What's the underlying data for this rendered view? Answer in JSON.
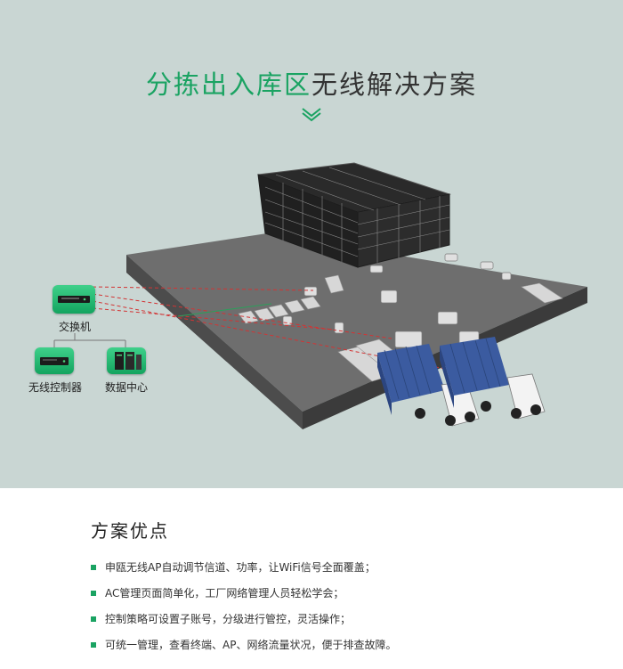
{
  "hero": {
    "title_highlight": "分拣出入库区",
    "title_rest": "无线解决方案",
    "accent_color": "#1aa362",
    "background_color": "#c9d6d3"
  },
  "network": {
    "switch_label": "交换机",
    "controller_label": "无线控制器",
    "datacenter_label": "数据中心",
    "switch_icon": "network-switch-icon",
    "controller_icon": "wireless-controller-icon",
    "datacenter_icon": "server-rack-icon"
  },
  "advantages": {
    "heading": "方案优点",
    "items": [
      "申瓯无线AP自动调节信道、功率，让WiFi信号全面覆盖；",
      "AC管理页面简单化，工厂网络管理人员轻松学会；",
      "控制策略可设置子账号，分级进行管控，灵活操作；",
      "可统一管理，查看终端、AP、网络流量状况，便于排查故障。"
    ]
  }
}
